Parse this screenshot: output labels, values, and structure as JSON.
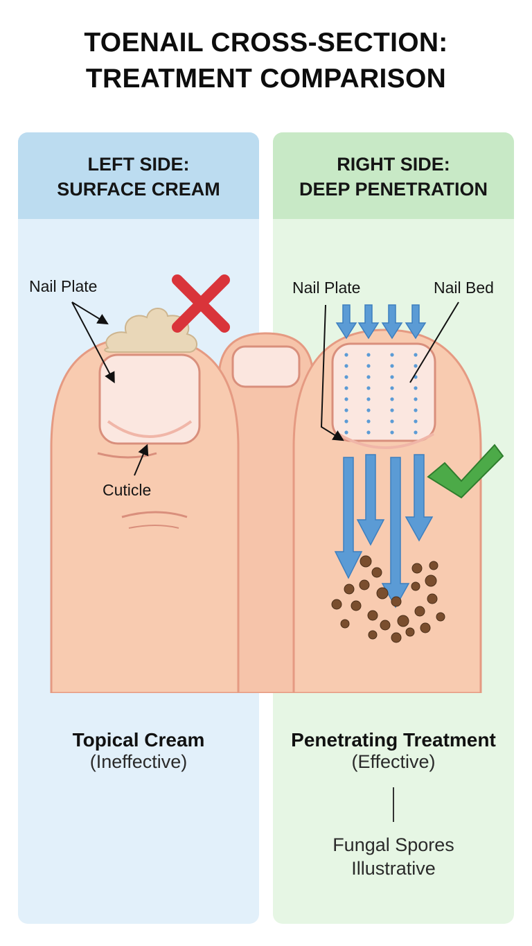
{
  "title": {
    "line1": "TOENAIL CROSS-SECTION:",
    "line2": "TREATMENT COMPARISON"
  },
  "left_panel": {
    "header_line1": "LEFT SIDE:",
    "header_line2": "SURFACE CREAM",
    "labels": {
      "nail_plate": "Nail Plate",
      "cuticle": "Cuticle"
    },
    "mark_icon": "red-x-icon",
    "caption_title": "Topical Cream",
    "caption_sub": "(Ineffective)"
  },
  "right_panel": {
    "header_line1": "RIGHT SIDE:",
    "header_line2": "DEEP PENETRATION",
    "labels": {
      "nail_plate": "Nail Plate",
      "nail_bed": "Nail Bed"
    },
    "mark_icon": "green-check-icon",
    "caption_title": "Penetrating Treatment",
    "caption_sub": "(Effective)",
    "note_line1": "Fungal Spores",
    "note_line2": "Illustrative"
  },
  "colors": {
    "skin": "#f8cbb0",
    "skin_outline": "#e59a82",
    "nail": "#fbe7e0",
    "cream": "#e9d7b8",
    "arrow": "#5b9bd5",
    "cross": "#d9343a",
    "check": "#4caa48",
    "spore": "#7a4e2e"
  }
}
